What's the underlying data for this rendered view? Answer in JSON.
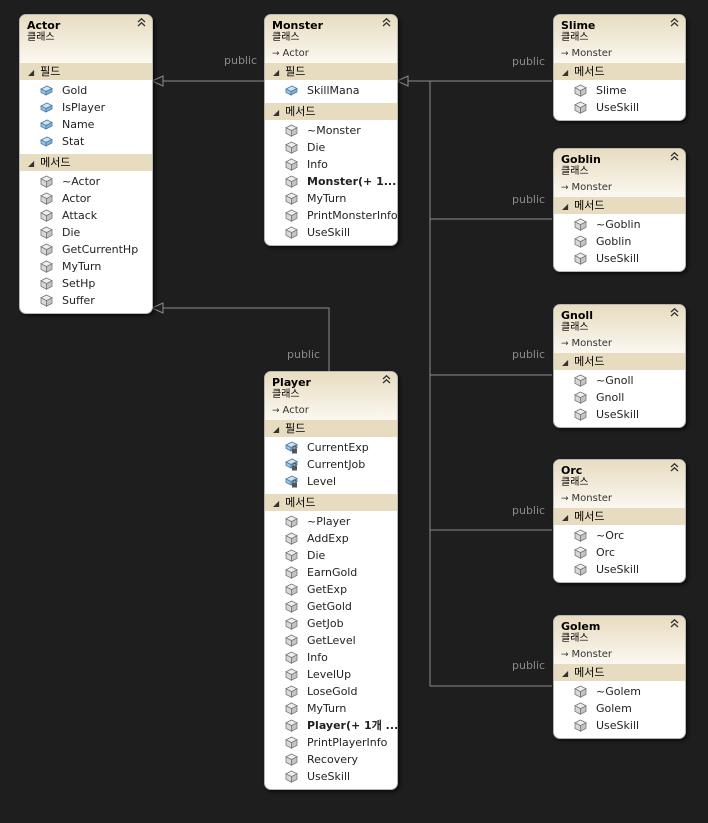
{
  "relations": {
    "label": "public"
  },
  "classes": {
    "actor": {
      "name": "Actor",
      "kind": "클래스",
      "fields_label": "필드",
      "methods_label": "메서드",
      "fields": [
        "Gold",
        "IsPlayer",
        "Name",
        "Stat"
      ],
      "methods": [
        "~Actor",
        "Actor",
        "Attack",
        "Die",
        "GetCurrentHp",
        "MyTurn",
        "SetHp",
        "Suffer"
      ]
    },
    "monster": {
      "name": "Monster",
      "kind": "클래스",
      "base": "Actor",
      "fields_label": "필드",
      "methods_label": "메서드",
      "fields": [
        "SkillMana"
      ],
      "methods": [
        "~Monster",
        "Die",
        "Info",
        "Monster(+ 1...",
        "MyTurn",
        "PrintMonsterInfo",
        "UseSkill"
      ]
    },
    "player": {
      "name": "Player",
      "kind": "클래스",
      "base": "Actor",
      "fields_label": "필드",
      "methods_label": "메서드",
      "fields": [
        "CurrentExp",
        "CurrentJob",
        "Level"
      ],
      "methods": [
        "~Player",
        "AddExp",
        "Die",
        "EarnGold",
        "GetExp",
        "GetGold",
        "GetJob",
        "GetLevel",
        "Info",
        "LevelUp",
        "LoseGold",
        "MyTurn",
        "Player(+ 1개 ...",
        "PrintPlayerInfo",
        "Recovery",
        "UseSkill"
      ]
    },
    "slime": {
      "name": "Slime",
      "kind": "클래스",
      "base": "Monster",
      "methods_label": "메서드",
      "methods": [
        "Slime",
        "UseSkill"
      ]
    },
    "goblin": {
      "name": "Goblin",
      "kind": "클래스",
      "base": "Monster",
      "methods_label": "메서드",
      "methods": [
        "~Goblin",
        "Goblin",
        "UseSkill"
      ]
    },
    "gnoll": {
      "name": "Gnoll",
      "kind": "클래스",
      "base": "Monster",
      "methods_label": "메서드",
      "methods": [
        "~Gnoll",
        "Gnoll",
        "UseSkill"
      ]
    },
    "orc": {
      "name": "Orc",
      "kind": "클래스",
      "base": "Monster",
      "methods_label": "메서드",
      "methods": [
        "~Orc",
        "Orc",
        "UseSkill"
      ]
    },
    "golem": {
      "name": "Golem",
      "kind": "클래스",
      "base": "Monster",
      "methods_label": "메서드",
      "methods": [
        "~Golem",
        "Golem",
        "UseSkill"
      ]
    }
  }
}
